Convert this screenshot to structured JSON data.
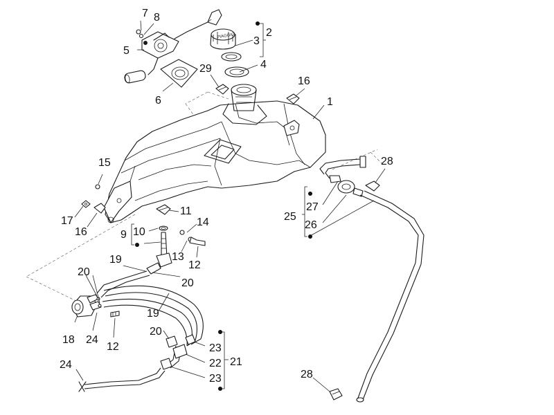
{
  "colors": {
    "line": "#1a1a1a",
    "background": "#ffffff",
    "text": "#111111"
  },
  "callouts": [
    {
      "id": "c1",
      "label": "1"
    },
    {
      "id": "c2",
      "label": "2"
    },
    {
      "id": "c3",
      "label": "3"
    },
    {
      "id": "c4",
      "label": "4"
    },
    {
      "id": "c5",
      "label": "5"
    },
    {
      "id": "c6",
      "label": "6"
    },
    {
      "id": "c7",
      "label": "7"
    },
    {
      "id": "c8",
      "label": "8"
    },
    {
      "id": "c9",
      "label": "9"
    },
    {
      "id": "c10",
      "label": "10"
    },
    {
      "id": "c11",
      "label": "11"
    },
    {
      "id": "c12a",
      "label": "12"
    },
    {
      "id": "c12b",
      "label": "12"
    },
    {
      "id": "c13",
      "label": "13"
    },
    {
      "id": "c14",
      "label": "14"
    },
    {
      "id": "c15",
      "label": "15"
    },
    {
      "id": "c16a",
      "label": "16"
    },
    {
      "id": "c16b",
      "label": "16"
    },
    {
      "id": "c17",
      "label": "17"
    },
    {
      "id": "c18",
      "label": "18"
    },
    {
      "id": "c19a",
      "label": "19"
    },
    {
      "id": "c19b",
      "label": "19"
    },
    {
      "id": "c20a",
      "label": "20"
    },
    {
      "id": "c20b",
      "label": "20"
    },
    {
      "id": "c20c",
      "label": "20"
    },
    {
      "id": "c21",
      "label": "21"
    },
    {
      "id": "c22",
      "label": "22"
    },
    {
      "id": "c23a",
      "label": "23"
    },
    {
      "id": "c23b",
      "label": "23"
    },
    {
      "id": "c24a",
      "label": "24"
    },
    {
      "id": "c24b",
      "label": "24"
    },
    {
      "id": "c25",
      "label": "25"
    },
    {
      "id": "c26",
      "label": "26"
    },
    {
      "id": "c27",
      "label": "27"
    },
    {
      "id": "c28a",
      "label": "28"
    },
    {
      "id": "c28b",
      "label": "28"
    },
    {
      "id": "c29",
      "label": "29"
    }
  ]
}
